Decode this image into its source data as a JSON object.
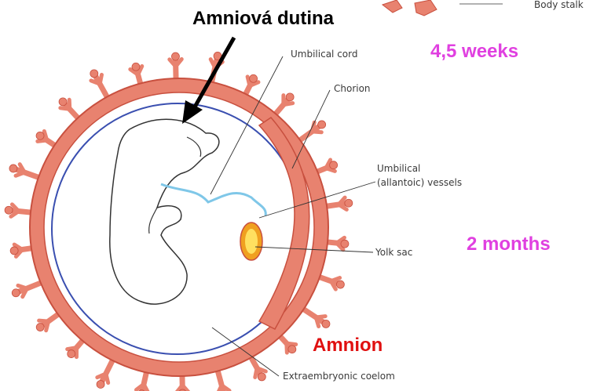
{
  "labels": {
    "amniotic_cavity": "Amniová dutina",
    "four_half_weeks": "4,5 weeks",
    "two_months": "2 months",
    "amnion": "Amnion",
    "umbilical_cord": "Umbilical cord",
    "chorion": "Chorion",
    "umbilical_vessels_1": "Umbilical",
    "umbilical_vessels_2": "(allantoic) vessels",
    "yolk_sac": "Yolk sac",
    "extraembryonic_coelom": "Extraembryonic coelom",
    "body_stalk": "Body stalk"
  },
  "colors": {
    "chorion_fill": "#e8826f",
    "chorion_edge": "#c8503f",
    "amnion_line": "#3a4fb0",
    "magenta_text": "#e040e0",
    "red_text": "#e01010",
    "yolk_outer": "#f0a020",
    "yolk_inner": "#ffe060"
  }
}
